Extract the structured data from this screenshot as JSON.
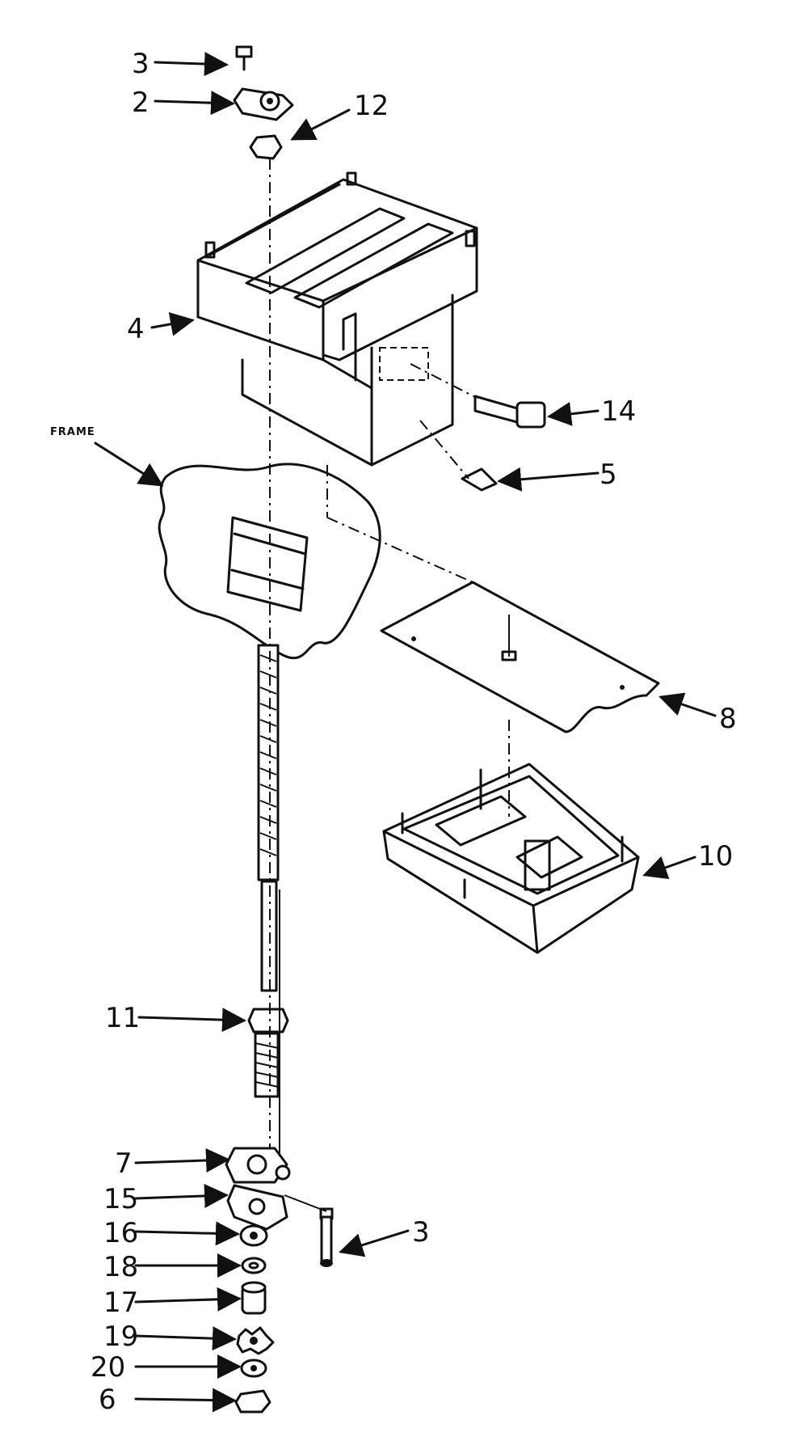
{
  "frame_label": "FRAME",
  "callouts": {
    "c3_top": "3",
    "c2": "2",
    "c12": "12",
    "c4": "4",
    "c14": "14",
    "c5": "5",
    "c8": "8",
    "c10": "10",
    "c11": "11",
    "c7": "7",
    "c15": "15",
    "c16": "16",
    "c18": "18",
    "c17": "17",
    "c19": "19",
    "c20": "20",
    "c6": "6",
    "c3_bottom": "3"
  }
}
